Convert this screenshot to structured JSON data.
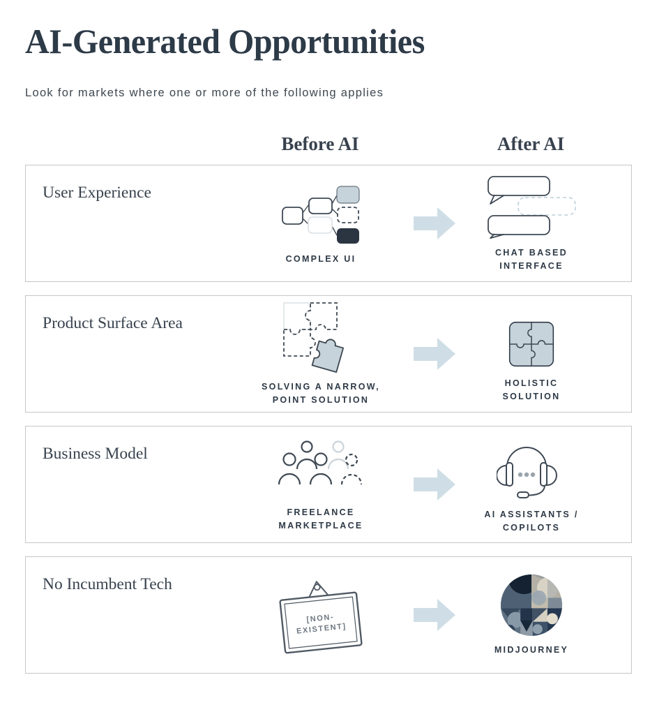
{
  "header": {
    "title": "AI-Generated Opportunities",
    "subtitle": "Look for markets where one or more of the following applies",
    "col_before": "Before AI",
    "col_after": "After AI"
  },
  "rows": [
    {
      "label": "User Experience",
      "before_caption": "COMPLEX UI",
      "before_icon": "flowchart-boxes-icon",
      "after_caption": "CHAT BASED\nINTERFACE",
      "after_icon": "chat-bubbles-icon"
    },
    {
      "label": "Product Surface Area",
      "before_caption": "SOLVING A NARROW,\nPOINT SOLUTION",
      "before_icon": "puzzle-piece-missing-icon",
      "after_caption": "HOLISTIC\nSOLUTION",
      "after_icon": "puzzle-complete-icon"
    },
    {
      "label": "Business Model",
      "before_caption": "FREELANCE\nMARKETPLACE",
      "before_icon": "people-crowd-icon",
      "after_caption": "AI ASSISTANTS /\nCOPILOTS",
      "after_icon": "headset-support-icon"
    },
    {
      "label": "No Incumbent Tech",
      "sign_text": {
        "line1": "[NON-",
        "line2": "EXISTENT]"
      },
      "before_icon": "hanging-sign-icon",
      "after_caption": "MIDJOURNEY",
      "after_icon": "midjourney-abstract-art"
    }
  ],
  "colors": {
    "title_text": "#2d3a47",
    "subtitle_text": "#3d4750",
    "serif_text": "#38424e",
    "caption_text": "#2d3946",
    "ink": "#2d3a47",
    "stroke_ink": "#3f4954",
    "navy_fill": "#2b3542",
    "blue_fill": "#c7d3da",
    "arrow_fill": "#cfdee6",
    "border": "#c5c6c8",
    "light_stroke": "#e0e4e7",
    "chat_dash": "#bccfda",
    "person_light": "#ccd4da",
    "sign_stroke": "#505a64",
    "sign_text": "#6e7781",
    "dot_fill": "#9aa4ad"
  }
}
